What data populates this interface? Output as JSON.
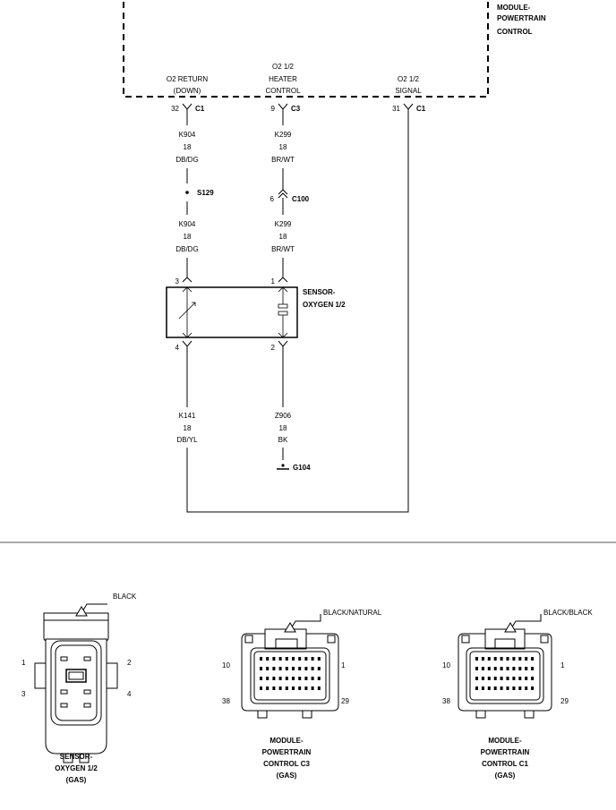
{
  "module": {
    "line1": "MODULE-",
    "line2": "POWERTRAIN",
    "line3": "CONTROL"
  },
  "pcm_pins": {
    "o2_return": {
      "line1": "O2 RETURN",
      "line2": "(DOWN)",
      "pin": "32",
      "conn": "C1"
    },
    "heater": {
      "line1": "O2 1/2",
      "line2": "HEATER",
      "line3": "CONTROL",
      "pin": "9",
      "conn": "C3"
    },
    "signal": {
      "line1": "O2 1/2",
      "line2": "SIGNAL",
      "pin": "31",
      "conn": "C1"
    }
  },
  "wires": {
    "k904_a": {
      "circuit": "K904",
      "gauge": "18",
      "color": "DB/DG"
    },
    "k904_b": {
      "circuit": "K904",
      "gauge": "18",
      "color": "DB/DG"
    },
    "k299_a": {
      "circuit": "K299",
      "gauge": "18",
      "color": "BR/WT"
    },
    "k299_b": {
      "circuit": "K299",
      "gauge": "18",
      "color": "BR/WT"
    },
    "k141": {
      "circuit": "K141",
      "gauge": "18",
      "color": "DB/YL"
    },
    "z906": {
      "circuit": "Z906",
      "gauge": "18",
      "color": "BK"
    }
  },
  "splice": "S129",
  "inline_connector": {
    "pin": "6",
    "name": "C100"
  },
  "ground": "G104",
  "sensor": {
    "line1": "SENSOR-",
    "line2": "OXYGEN 1/2",
    "pins": {
      "p3": "3",
      "p1": "1",
      "p4": "4",
      "p2": "2"
    }
  },
  "connectors": {
    "sensor": {
      "color_label": "BLACK",
      "pins": {
        "p1": "1",
        "p2": "2",
        "p3": "3",
        "p4": "4"
      },
      "title": {
        "line1": "SENSOR-",
        "line2": "OXYGEN 1/2",
        "line3": "(GAS)"
      }
    },
    "pcm_c3": {
      "color_label": "BLACK/NATURAL",
      "pins": {
        "tl": "10",
        "tr": "1",
        "bl": "38",
        "br": "29"
      },
      "title": {
        "line1": "MODULE-",
        "line2": "POWERTRAIN",
        "line3": "CONTROL C3",
        "line4": "(GAS)"
      }
    },
    "pcm_c1": {
      "color_label": "BLACK/BLACK",
      "pins": {
        "tl": "10",
        "tr": "1",
        "bl": "38",
        "br": "29"
      },
      "title": {
        "line1": "MODULE-",
        "line2": "POWERTRAIN",
        "line3": "CONTROL C1",
        "line4": "(GAS)"
      }
    }
  }
}
